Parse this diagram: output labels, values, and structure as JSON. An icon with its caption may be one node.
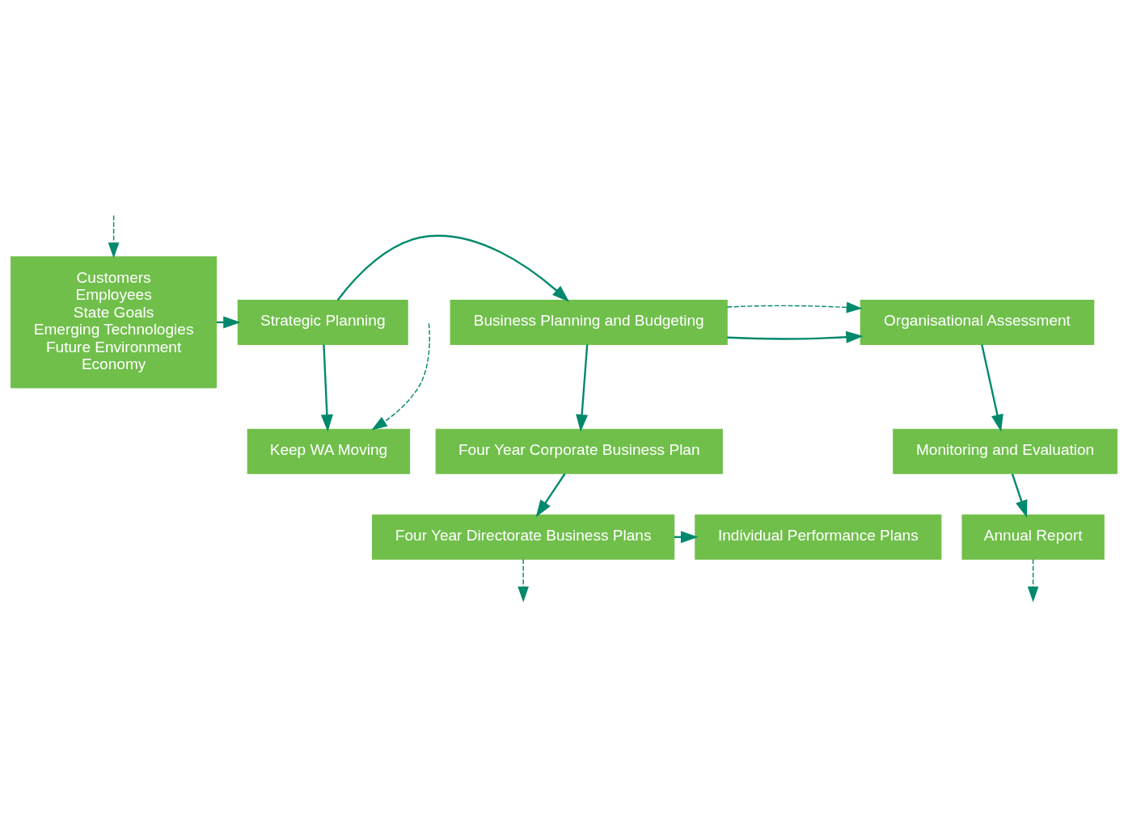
{
  "diagram": {
    "nodes": [
      {
        "text": [
          "Customers",
          "Employees",
          "State Goals",
          "Emerging Technologies",
          "Future Environment",
          "Economy"
        ]
      },
      {
        "text": [
          "Strategic Planning"
        ]
      },
      {
        "text": [
          "Business Planning and Budgeting"
        ]
      },
      {
        "text": [
          "Organisational Assessment"
        ]
      },
      {
        "text": [
          "Keep WA Moving"
        ]
      },
      {
        "text": [
          "Four Year Corporate Business Plan"
        ]
      },
      {
        "text": [
          "Monitoring and Evaluation"
        ]
      },
      {
        "text": [
          "Four Year Directorate Business Plans"
        ]
      },
      {
        "text": [
          "Individual Performance Plans"
        ]
      },
      {
        "text": [
          "Annual Report"
        ]
      }
    ],
    "edges": [
      {
        "from": 0,
        "to": 1,
        "arrow": "to"
      },
      {
        "from": 1,
        "to": 2,
        "arrow": "to"
      },
      {
        "from": 2,
        "to": 3,
        "arrow": "to"
      },
      {
        "from": 2,
        "to": 3,
        "arrow": "to",
        "style": "dashed"
      },
      {
        "from": 1,
        "to": 4,
        "arrow": "to"
      },
      {
        "from": 2,
        "to": 5,
        "arrow": "to"
      },
      {
        "from": 3,
        "to": 6,
        "arrow": "to"
      },
      {
        "from": 5,
        "to": 7,
        "arrow": "to"
      },
      {
        "from": 7,
        "to": 8,
        "arrow": "to"
      },
      {
        "from": 6,
        "to": 9,
        "arrow": "to"
      },
      {
        "from": null,
        "to": 0,
        "arrow": "to",
        "style": "dashed"
      },
      {
        "from": null,
        "to": 4,
        "arrow": "to",
        "style": "dashed"
      },
      {
        "from": 7,
        "to": null,
        "arrow": "to",
        "style": "dashed"
      },
      {
        "from": 9,
        "to": null,
        "arrow": "to",
        "style": "dashed"
      }
    ]
  }
}
